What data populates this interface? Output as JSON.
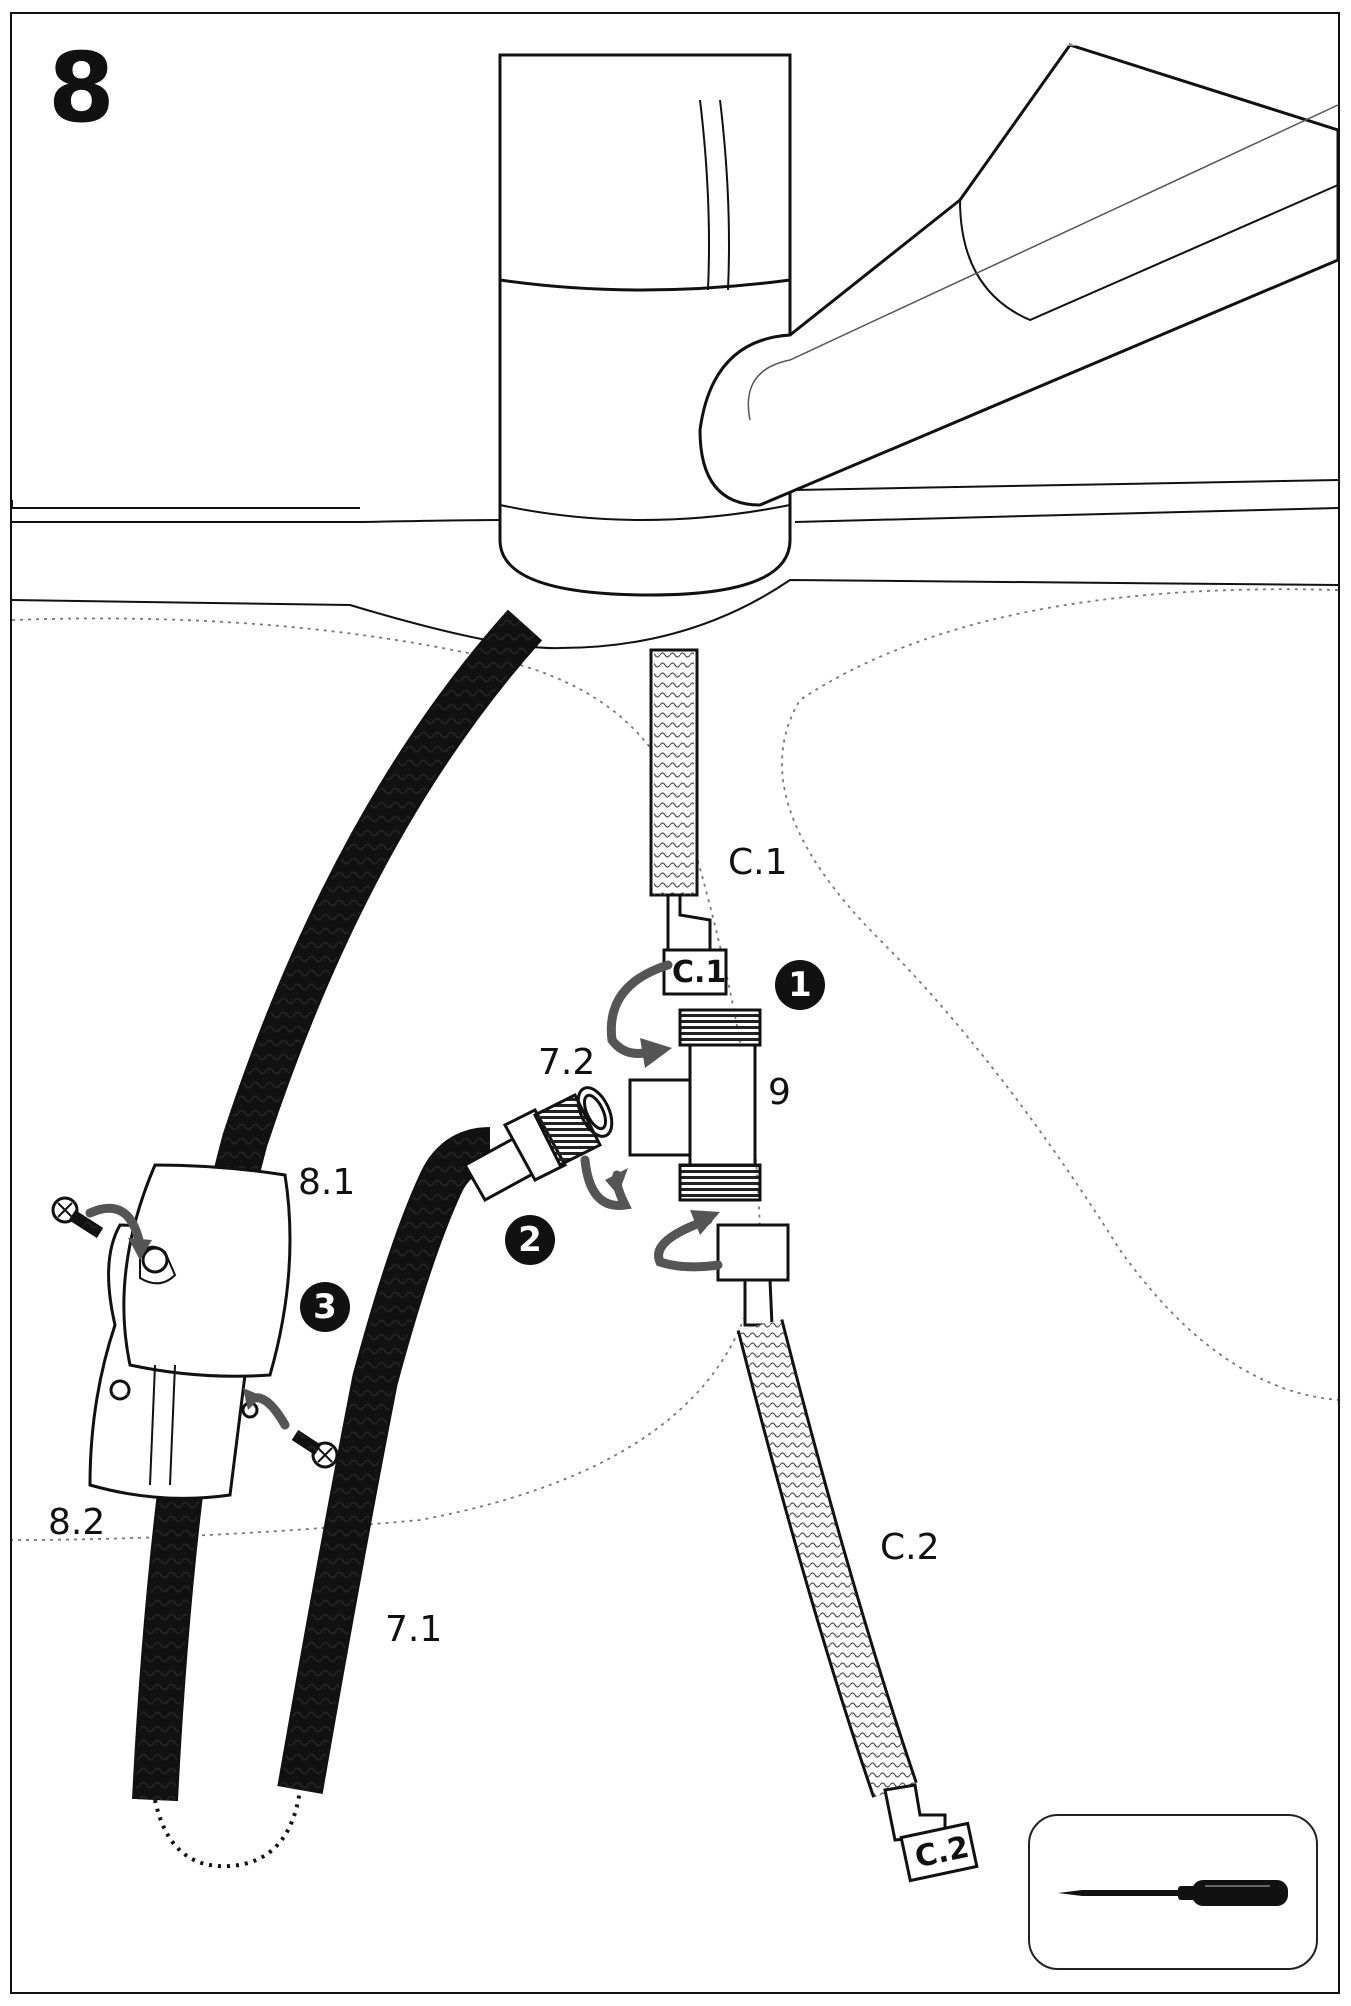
{
  "step": "8",
  "labels": {
    "c1_hose": "C.1",
    "c1_tag": "C.1",
    "tee_fitting": "9",
    "gasket": "7.2",
    "clamp_upper": "8.1",
    "clamp_lower": "8.2",
    "hose_pullout": "7.1",
    "c2_hose": "C.2",
    "c2_tag": "C.2"
  },
  "badges": {
    "one": "1",
    "two": "2",
    "three": "3"
  },
  "tool_icon": "screwdriver-icon",
  "colors": {
    "line": "#111111",
    "arrow": "#555555",
    "background": "#ffffff"
  }
}
